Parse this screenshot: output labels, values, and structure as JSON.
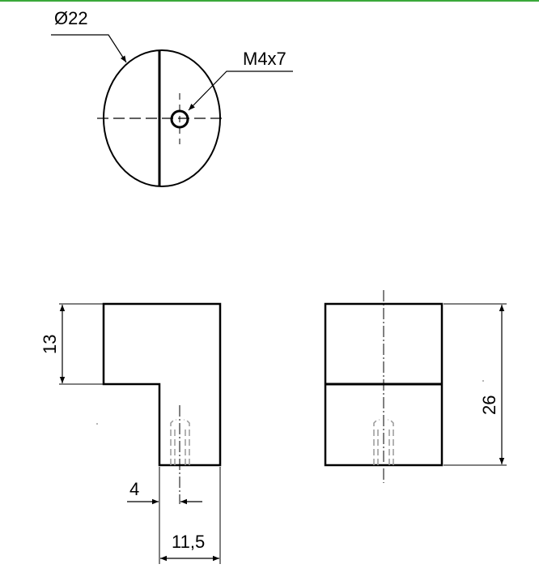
{
  "colors": {
    "accent_bar": "#3aa83a",
    "line": "#000000",
    "hidden_line": "#999999"
  },
  "top_view": {
    "diameter_label": "Ø22",
    "thread_label": "M4x7"
  },
  "side_view_left": {
    "height_label": "13",
    "hole_offset_label": "4",
    "width_label": "11,5"
  },
  "side_view_right": {
    "height_label": "26"
  }
}
